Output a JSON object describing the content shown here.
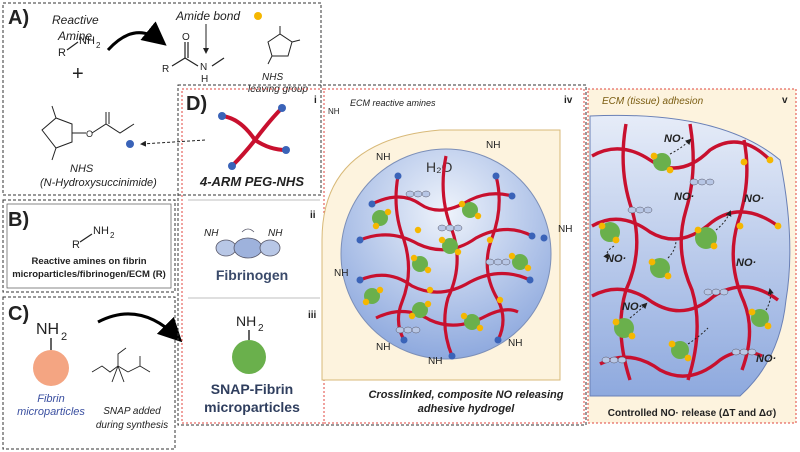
{
  "panel_a": {
    "letter": "A)",
    "reactive": "Reactive",
    "amine": "Amine",
    "nh2": "NH",
    "nh2_sub": "2",
    "r": "R",
    "plus": "+",
    "amide_bond": "Amide bond",
    "n_label": "N",
    "h_label": "H",
    "o_label": "O",
    "nhs_leaving_1": "NHS",
    "nhs_leaving_2": "leaving group",
    "nhs": "NHS",
    "nhs_full": "(N-Hydroxysuccinimide)"
  },
  "panel_b": {
    "letter": "B)",
    "r": "R",
    "nh2": "NH",
    "nh2_sub": "2",
    "line1": "Reactive amines on fibrin",
    "line2": "microparticles/fibrinogen/ECM (R)"
  },
  "panel_c": {
    "letter": "C)",
    "nh2": "NH",
    "nh2_sub": "2",
    "fibrin_1": "Fibrin",
    "fibrin_2": "microparticles",
    "snap_1": "SNAP added",
    "snap_2": "during synthesis"
  },
  "panel_d": {
    "letter": "D)",
    "i": "i",
    "ii": "ii",
    "iii": "iii",
    "iv": "iv",
    "v": "v",
    "peg": "4-ARM PEG-NHS",
    "fibrinogen": "Fibrinogen",
    "snap_fibrin_1": "SNAP-Fibrin",
    "snap_fibrin_2": "microparticles",
    "ecm_amines": "ECM reactive amines",
    "h2o": "H₂O",
    "nh2": "NH",
    "nh2_sub": "2",
    "hydrogel_1": "Crosslinked, composite NO releasing",
    "hydrogel_2": "adhesive hydrogel",
    "ecm_adhesion": "ECM (tissue) adhesion",
    "no_dot": "NO·",
    "controlled": "Controlled NO· release (ΔT and Δσ)"
  },
  "colors": {
    "peg_red": "#c8102e",
    "nhs_blue": "#3a63b8",
    "amide_yellow": "#f5b700",
    "fibrin_peach": "#f4a582",
    "snap_green": "#6ab04c",
    "panel_bg": "#fdf3de",
    "dashed_red": "#e0443f"
  }
}
